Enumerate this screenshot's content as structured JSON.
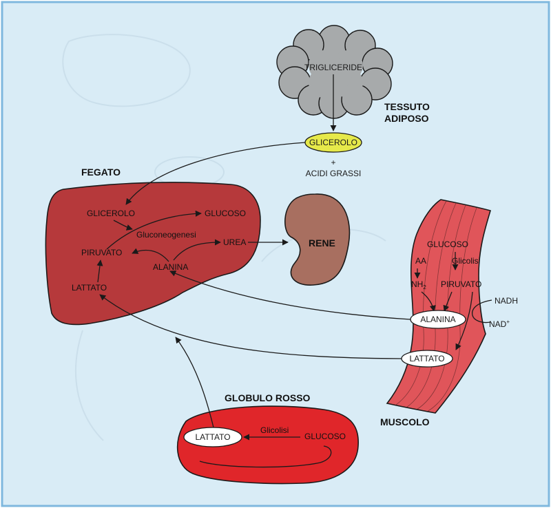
{
  "colors": {
    "background": "#d9ecf6",
    "border": "#7fb8de",
    "liver": "#b6393b",
    "kidney": "#a86f60",
    "muscle": "#e0555a",
    "rbc": "#e0262a",
    "adipose": "#a7aaab",
    "glycerol_pill": "#e6e94a"
  },
  "adipose": {
    "title_line1": "TESSUTO",
    "title_line2": "ADIPOSO",
    "trigliceride": "TRIGLICERIDE",
    "glicerolo": "GLICEROLO",
    "plus": "+",
    "acidi_grassi": "ACIDI GRASSI"
  },
  "liver": {
    "title": "FEGATO",
    "glicerolo": "GLICEROLO",
    "glucoso": "GLUCOSO",
    "gluconeogenesi": "Gluconeogenesi",
    "piruvato": "PIRUVATO",
    "urea": "UREA",
    "alanina": "ALANINA",
    "lattato": "LATTATO"
  },
  "kidney": {
    "title": "RENE"
  },
  "muscle": {
    "title": "MUSCOLO",
    "glucoso": "GLUCOSO",
    "aa": "AA",
    "glicolisi": "Glicolisi",
    "nh2": "NH",
    "nh2_sub": "2",
    "piruvato": "PIRUVATO",
    "nadh": "NADH",
    "nad": "NAD",
    "nad_sup": "+",
    "alanina": "ALANINA",
    "lattato": "LATTATO"
  },
  "rbc": {
    "title": "GLOBULO ROSSO",
    "lattato": "LATTATO",
    "glicolisi": "Glicolisi",
    "glucoso": "GLUCOSO"
  }
}
